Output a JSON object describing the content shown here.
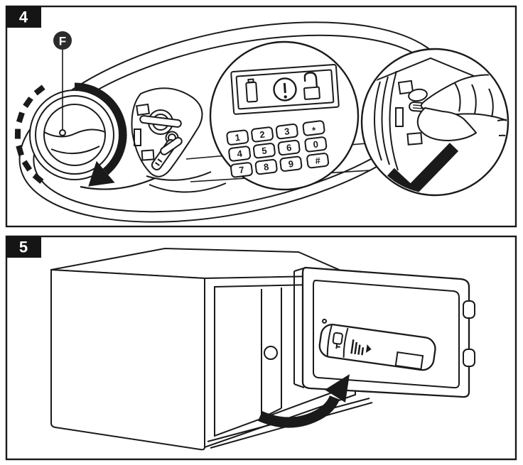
{
  "panel4": {
    "step_number": "4",
    "callout_label": "F",
    "keypad_rows": [
      [
        "1",
        "2",
        "3",
        "*"
      ],
      [
        "4",
        "5",
        "6",
        "0"
      ],
      [
        "7",
        "8",
        "9",
        "#"
      ]
    ],
    "display_icons": [
      "battery-icon",
      "alert-icon",
      "unlock-icon"
    ],
    "scene_icons": [
      "rotation-arrow-icon",
      "dial-dash-marks",
      "key-in-lock-icon",
      "hand-turning-key-icon",
      "checkmark-icon"
    ]
  },
  "panel5": {
    "step_number": "5",
    "scene_icons": [
      "open-door-arrow-icon",
      "battery-cover",
      "key-hole-icon",
      "signal-bars-icon"
    ]
  },
  "colors": {
    "line": "#1a1a1a",
    "badge_bg": "#151515",
    "badge_text": "#ffffff",
    "callout_bg": "#2b2b2b",
    "page_bg": "#ffffff"
  }
}
